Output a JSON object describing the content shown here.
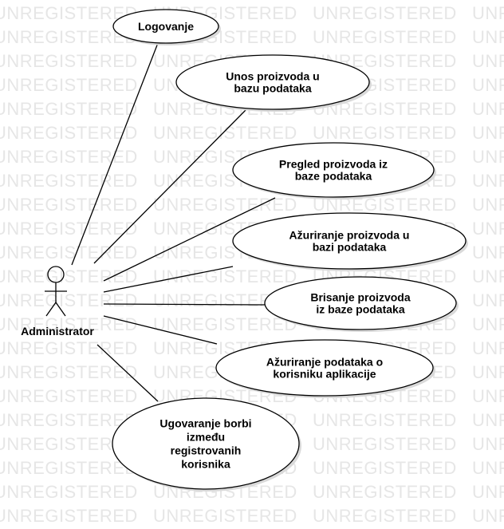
{
  "watermark": {
    "text": "UNREGISTERED"
  },
  "actor": {
    "name": "Administrator"
  },
  "use_cases": [
    {
      "lines": [
        "Logovanje"
      ]
    },
    {
      "lines": [
        "Unos proizvoda u",
        "bazu podataka"
      ]
    },
    {
      "lines": [
        "Pregled proizvoda iz",
        "baze podataka"
      ]
    },
    {
      "lines": [
        "Ažuriranje proizvoda u",
        "bazi podataka"
      ]
    },
    {
      "lines": [
        "Brisanje proizvoda",
        "iz baze podataka"
      ]
    },
    {
      "lines": [
        "Ažuriranje podataka o",
        "korisniku aplikacije"
      ]
    },
    {
      "lines": [
        "Ugovaranje borbi",
        "između",
        "registrovanih",
        "korisnika"
      ]
    }
  ]
}
